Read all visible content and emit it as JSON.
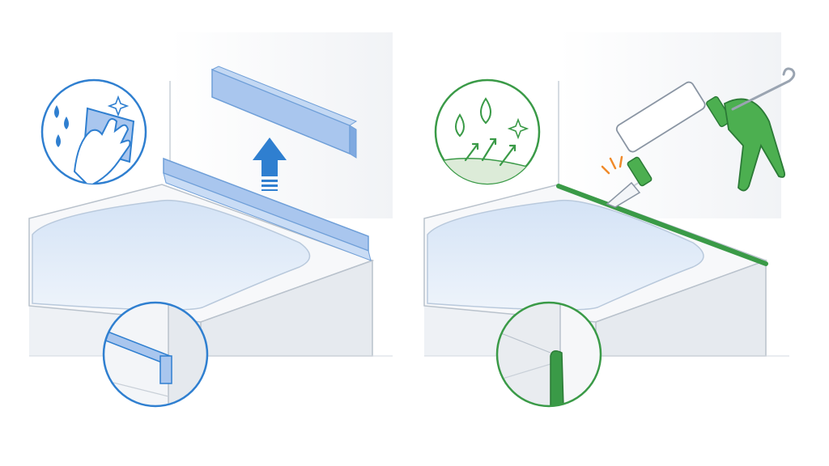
{
  "colors": {
    "background": "#ffffff",
    "wall": "#f4f5f7",
    "tub_body": "#e9edf2",
    "tub_inner": "#dfe9f6",
    "line": "#aab4c0",
    "blue_accent": "#2f7fd0",
    "blue_strip": "#a9c6ee",
    "green_accent": "#3a9a47",
    "green_dark": "#2b7a36",
    "orange_spark": "#f08a2a"
  },
  "panels": [
    {
      "id": "left",
      "theme": "blue",
      "steps": [
        "water-drops-icon",
        "hand-wiping-icon",
        "sparkle-icon",
        "trim-strip",
        "up-arrow-icon",
        "trim-detail-inset"
      ]
    },
    {
      "id": "right",
      "theme": "green",
      "steps": [
        "water-drops-icon",
        "growth-arrows-icon",
        "sparkle-icon",
        "caulk-gun-icon",
        "caulk-bead",
        "caulk-detail-inset"
      ]
    }
  ]
}
